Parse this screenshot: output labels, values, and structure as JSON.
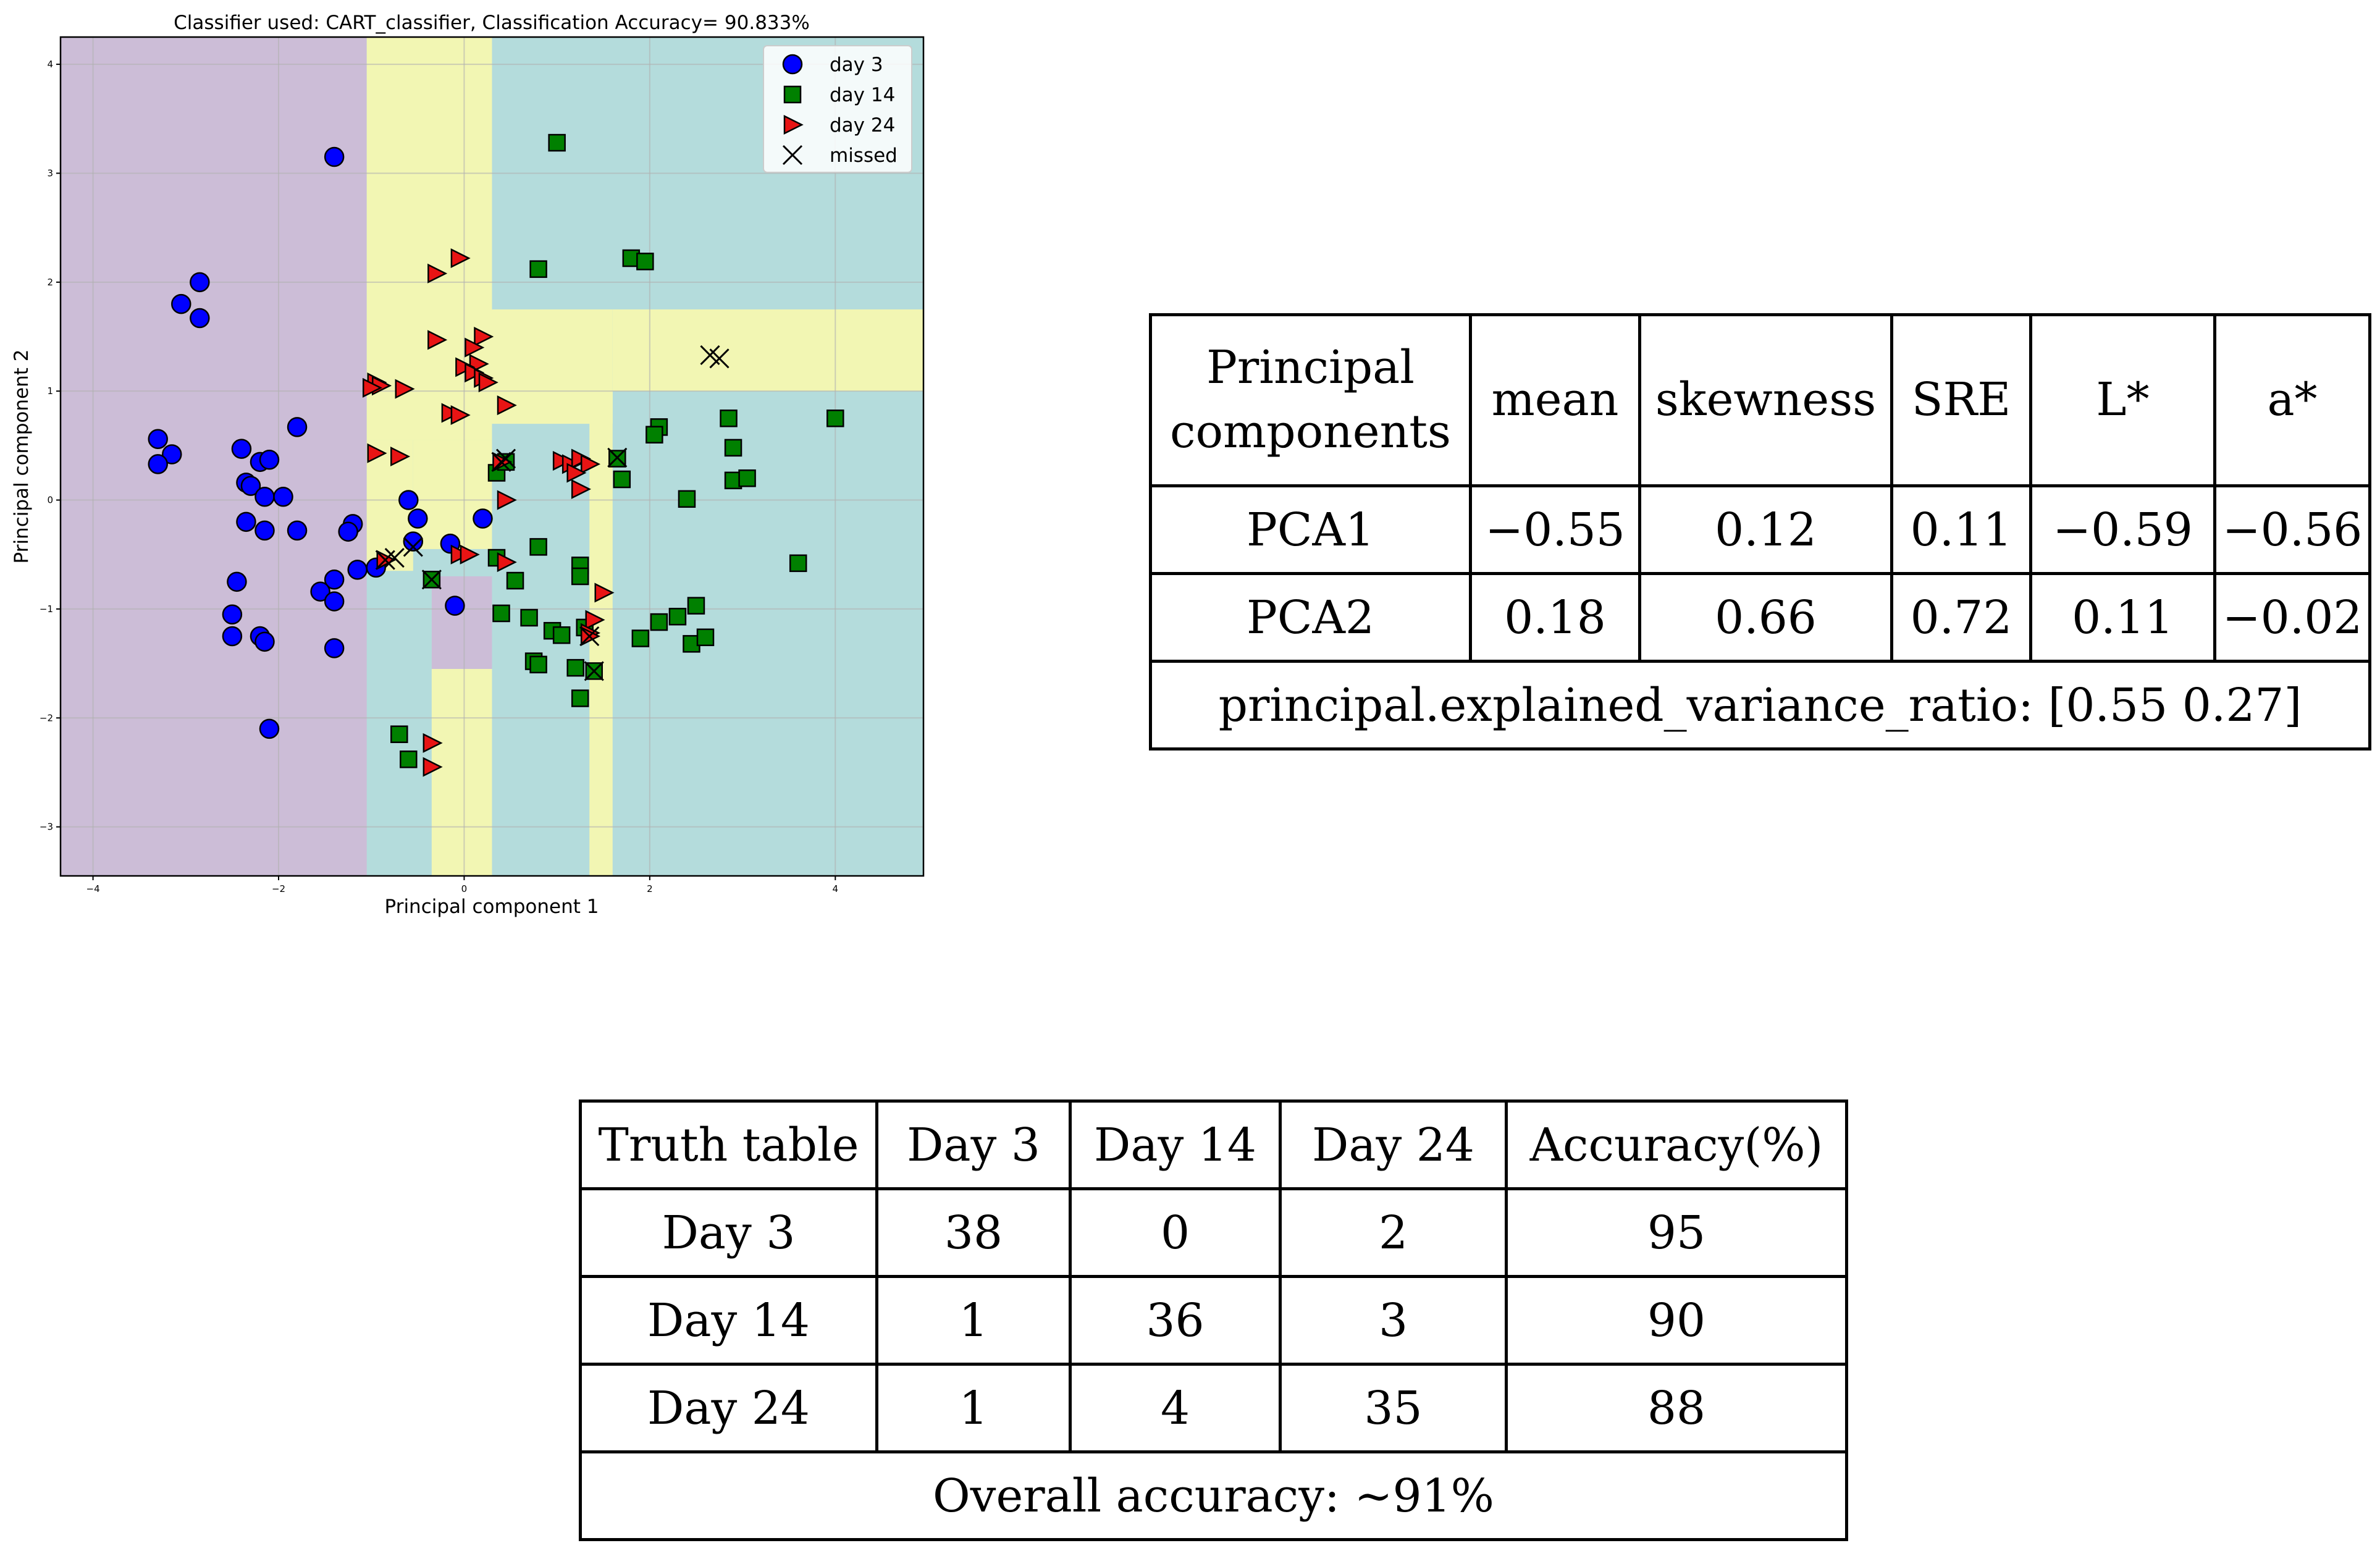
{
  "chart_data": {
    "type": "scatter",
    "title": "Classifier used: CART_classifier, Classification Accuracy= 90.833%",
    "xlabel": "Principal component 1",
    "ylabel": "Principal component 2",
    "xlim": [
      -4.35,
      4.95
    ],
    "ylim": [
      -3.45,
      4.25
    ],
    "xticks": [
      -4,
      -2,
      0,
      2,
      4
    ],
    "yticks": [
      -3,
      -2,
      -1,
      0,
      1,
      2,
      3,
      4
    ],
    "grid": true,
    "legend_position": "top-right",
    "colors": {
      "purple_region": "#ccbdd7",
      "yellow_region": "#f2f6b3",
      "teal_region": "#b4dcdc",
      "day3": "#0000ff",
      "day14": "#008000",
      "day24": "#e81414",
      "missed": "#000000"
    },
    "decision_regions": [
      {
        "class": "day 3",
        "color": "purple_region",
        "x": [
          -4.35,
          -1.05
        ],
        "y": [
          -3.45,
          4.25
        ]
      },
      {
        "class": "day 24",
        "color": "yellow_region",
        "x": [
          -1.05,
          0.3
        ],
        "y": [
          0.55,
          4.25
        ]
      },
      {
        "class": "day 24",
        "color": "yellow_region",
        "x": [
          -1.05,
          -0.55
        ],
        "y": [
          -0.65,
          0.55
        ]
      },
      {
        "class": "day 24",
        "color": "yellow_region",
        "x": [
          -0.55,
          0.3
        ],
        "y": [
          -0.45,
          0.55
        ]
      },
      {
        "class": "day 24",
        "color": "yellow_region",
        "x": [
          0.3,
          1.6
        ],
        "y": [
          0.7,
          1.75
        ]
      },
      {
        "class": "day 24",
        "color": "yellow_region",
        "x": [
          1.6,
          4.95
        ],
        "y": [
          1.0,
          1.75
        ]
      },
      {
        "class": "day 24",
        "color": "yellow_region",
        "x": [
          1.35,
          1.6
        ],
        "y": [
          -3.45,
          1.0
        ]
      },
      {
        "class": "day 24",
        "color": "yellow_region",
        "x": [
          -0.35,
          0.3
        ],
        "y": [
          -3.45,
          -1.55
        ]
      },
      {
        "class": "day 3",
        "color": "purple_region",
        "x": [
          -0.35,
          0.3
        ],
        "y": [
          -1.55,
          -0.7
        ]
      }
    ],
    "series": [
      {
        "name": "day 3",
        "marker": "circle",
        "points": [
          [
            -1.4,
            3.15
          ],
          [
            -2.85,
            2.0
          ],
          [
            -3.05,
            1.8
          ],
          [
            -2.85,
            1.67
          ],
          [
            -1.8,
            0.67
          ],
          [
            -3.3,
            0.56
          ],
          [
            -3.15,
            0.42
          ],
          [
            -3.3,
            0.33
          ],
          [
            -2.4,
            0.47
          ],
          [
            -2.2,
            0.35
          ],
          [
            -2.1,
            0.37
          ],
          [
            -2.35,
            0.16
          ],
          [
            -2.3,
            0.13
          ],
          [
            -2.15,
            0.03
          ],
          [
            -1.95,
            0.03
          ],
          [
            -2.35,
            -0.2
          ],
          [
            -2.15,
            -0.28
          ],
          [
            -1.8,
            -0.28
          ],
          [
            -1.2,
            -0.22
          ],
          [
            -1.25,
            -0.29
          ],
          [
            -0.6,
            0.0
          ],
          [
            -0.5,
            -0.17
          ],
          [
            0.2,
            -0.17
          ],
          [
            -0.55,
            -0.38
          ],
          [
            -1.15,
            -0.64
          ],
          [
            -0.95,
            -0.62
          ],
          [
            -1.4,
            -0.73
          ],
          [
            -2.45,
            -0.75
          ],
          [
            -1.55,
            -0.84
          ],
          [
            -1.4,
            -0.93
          ],
          [
            -2.5,
            -1.05
          ],
          [
            -2.5,
            -1.25
          ],
          [
            -2.2,
            -1.25
          ],
          [
            -2.15,
            -1.3
          ],
          [
            -1.4,
            -1.36
          ],
          [
            -0.1,
            -0.97
          ],
          [
            -0.15,
            -0.4
          ],
          [
            -2.1,
            -2.1
          ]
        ]
      },
      {
        "name": "day 14",
        "marker": "square",
        "points": [
          [
            1.0,
            3.28
          ],
          [
            0.8,
            2.12
          ],
          [
            1.8,
            2.22
          ],
          [
            1.95,
            2.19
          ],
          [
            2.1,
            0.67
          ],
          [
            2.05,
            0.6
          ],
          [
            2.85,
            0.75
          ],
          [
            4.0,
            0.75
          ],
          [
            2.9,
            0.48
          ],
          [
            1.65,
            0.38
          ],
          [
            1.7,
            0.19
          ],
          [
            2.9,
            0.18
          ],
          [
            3.05,
            0.2
          ],
          [
            2.4,
            0.01
          ],
          [
            0.35,
            0.25
          ],
          [
            0.8,
            -0.43
          ],
          [
            0.35,
            -0.53
          ],
          [
            1.25,
            -0.6
          ],
          [
            0.55,
            -0.74
          ],
          [
            1.25,
            -0.7
          ],
          [
            3.6,
            -0.58
          ],
          [
            0.4,
            -1.04
          ],
          [
            0.7,
            -1.08
          ],
          [
            0.95,
            -1.2
          ],
          [
            1.05,
            -1.24
          ],
          [
            1.3,
            -1.17
          ],
          [
            1.9,
            -1.27
          ],
          [
            2.1,
            -1.12
          ],
          [
            2.3,
            -1.07
          ],
          [
            2.5,
            -0.97
          ],
          [
            2.45,
            -1.32
          ],
          [
            2.6,
            -1.26
          ],
          [
            0.75,
            -1.48
          ],
          [
            0.8,
            -1.51
          ],
          [
            1.2,
            -1.54
          ],
          [
            1.25,
            -1.82
          ],
          [
            -0.7,
            -2.15
          ],
          [
            -0.6,
            -2.38
          ],
          [
            -0.35,
            -0.73
          ],
          [
            0.45,
            0.35
          ],
          [
            1.4,
            -1.57
          ]
        ]
      },
      {
        "name": "day 24",
        "marker": "triangle-right",
        "points": [
          [
            -0.05,
            2.22
          ],
          [
            -0.3,
            2.08
          ],
          [
            -0.3,
            1.47
          ],
          [
            0.2,
            1.5
          ],
          [
            0.1,
            1.4
          ],
          [
            0.15,
            1.25
          ],
          [
            0.0,
            1.22
          ],
          [
            0.1,
            1.17
          ],
          [
            0.2,
            1.12
          ],
          [
            0.25,
            1.08
          ],
          [
            -0.95,
            1.08
          ],
          [
            -0.9,
            1.05
          ],
          [
            -1.0,
            1.03
          ],
          [
            -0.65,
            1.02
          ],
          [
            0.45,
            0.87
          ],
          [
            -0.15,
            0.8
          ],
          [
            -0.05,
            0.78
          ],
          [
            -0.95,
            0.43
          ],
          [
            -0.7,
            0.4
          ],
          [
            1.05,
            0.36
          ],
          [
            1.15,
            0.33
          ],
          [
            1.25,
            0.38
          ],
          [
            1.35,
            0.33
          ],
          [
            1.2,
            0.25
          ],
          [
            1.25,
            0.1
          ],
          [
            0.45,
            0.0
          ],
          [
            -0.05,
            -0.5
          ],
          [
            0.05,
            -0.5
          ],
          [
            0.45,
            -0.57
          ],
          [
            1.5,
            -0.85
          ],
          [
            1.4,
            -1.1
          ],
          [
            1.35,
            -1.22
          ],
          [
            -0.35,
            -2.23
          ],
          [
            -0.35,
            -2.45
          ],
          [
            -0.85,
            -0.55
          ],
          [
            0.4,
            0.35
          ],
          [
            1.35,
            -1.25
          ]
        ]
      },
      {
        "name": "missed",
        "marker": "x",
        "points": [
          [
            2.65,
            1.33
          ],
          [
            2.75,
            1.3
          ],
          [
            0.4,
            0.35
          ],
          [
            0.45,
            0.38
          ],
          [
            1.65,
            0.39
          ],
          [
            -0.35,
            -0.73
          ],
          [
            -0.55,
            -0.43
          ],
          [
            -0.75,
            -0.53
          ],
          [
            -0.85,
            -0.55
          ],
          [
            1.35,
            -1.25
          ],
          [
            1.4,
            -1.57
          ]
        ]
      }
    ]
  },
  "pca_table": {
    "header": [
      "Principal components",
      "mean",
      "skewness",
      "SRE",
      "L*",
      "a*"
    ],
    "header_lines": [
      "Principal",
      "components"
    ],
    "rows": [
      [
        "PCA1",
        "−0.55",
        "0.12",
        "0.11",
        "−0.59",
        "−0.56"
      ],
      [
        "PCA2",
        "0.18",
        "0.66",
        "0.72",
        "0.11",
        "−0.02"
      ]
    ],
    "footer": "principal.explained_variance_ratio: [0.55 0.27]"
  },
  "truth_table": {
    "header": [
      "Truth table",
      "Day 3",
      "Day 14",
      "Day 24",
      "Accuracy(%)"
    ],
    "rows": [
      [
        "Day 3",
        "38",
        "0",
        "2",
        "95"
      ],
      [
        "Day 14",
        "1",
        "36",
        "3",
        "90"
      ],
      [
        "Day 24",
        "1",
        "4",
        "35",
        "88"
      ]
    ],
    "footer": "Overall accuracy: ~91%"
  }
}
